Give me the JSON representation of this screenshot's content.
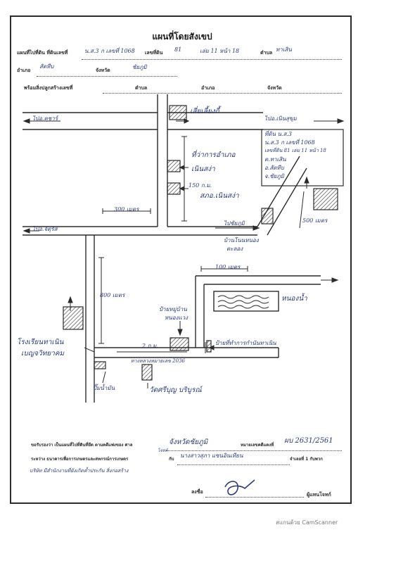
{
  "document": {
    "title": "แผนที่โดยสังเขป",
    "header": {
      "label_map_of": "แผนที่ไปที่ดิน ที่ดินเลขที่",
      "value_deed": "น.ส.3 ก เลขที่ 1068",
      "label_land_no": "เลขที่ดิน",
      "value_land_no": "81",
      "value_book": "เล่ม 11 หน้า 18",
      "label_tambon": "ตำบล",
      "value_tambon": "ทาเสิน",
      "label_amphoe": "อำเภอ",
      "value_amphoe": "สัตหีบ",
      "label_province": "จังหวัด",
      "value_province": "ชัยภูมิ",
      "label_with_building": "พร้อมสิ่งปลูกสร้างเลขที่",
      "label_tambon2": "ตำบล",
      "label_amphoe2": "อำเภอ",
      "label_province2": "จังหวัด"
    },
    "map": {
      "label_bai_yok": "เสี่ยเลี้ยงกี้",
      "label_to_left_top": "ไปอ.คุชาร์",
      "label_to_right_top": "ไปอ.เนินสุขุม",
      "label_market": "ที่ว่าการอำเภอ",
      "label_market2": "เนินสง่า",
      "label_distance_150": "150 ก.ม.",
      "label_police": "สภอ.เนินสง่า",
      "label_300m": "300 เมตร",
      "label_to_left_mid": "ไปอ.จัตุรัส",
      "label_to_chaiyaphum": "ไปชัยภูมิ",
      "label_village": "บ้านโนนหนอง",
      "label_village2": "ตะลอง",
      "label_500m": "500 เมตร",
      "label_100m": "100 เมตร",
      "label_pond": "หนองน้ำ",
      "label_800m": "800 เมตร",
      "label_village_sign": "ป้ายหมู่บ้าน",
      "label_village_sign2": "หนองแวง",
      "label_2km": "2 ก.ม.",
      "label_tambon_office": "ป้ายที่ทำการกำนันทาเนิน",
      "label_highway": "ทางหลวงหมายเลข 2036",
      "label_school": "โรงเรียนทาเนิน",
      "label_school2": "เบญจวิทยาคม",
      "label_gas": "ปั๊มน้ำมัน",
      "label_temple": "วัดศรีบุญ บริบูรณ์",
      "site_box": {
        "line1": "ที่ดิน น.ส.3",
        "line2": "น.ส.3 ก เลขที่ 1068",
        "line3": "เลขที่ดิน 81 เล่ม 11 หน้า 18",
        "line4": "ต.ทาเสิน",
        "line5": "อ.สัตหีบ",
        "line6": "จ.ชัยภูมิ"
      }
    },
    "footer": {
      "label_certify": "ขอรับรองว่า เป็นแผนที่ไปที่ดินที่ยึด ตามคดีแพ่งของ ศาล",
      "value_court": "จังหวัดชัยภูมิ",
      "label_case": "หมายเลขคดีแดงที่",
      "value_case": "ผบ 2631/2561",
      "label_between": "ระหว่าง ธนาคารเพื่อการเกษตรและสหกรณ์การเกษตร",
      "label_plaintiff": "โจทก์",
      "label_with": "กับ",
      "value_defendant": "นางสาวสุภา แซนอินเทียน",
      "label_defendant": "จำเลยที่ 1 กับพวก",
      "label_note": "บริษัท มีสำนักงานที่ยังเกิดค้ำประกัน สิ่งก่อสร้าง",
      "label_sign": "ลงชื่อ",
      "label_role": "ผู้แทนโจทก์"
    },
    "scanner": "สแกนด้วย CamScanner"
  }
}
